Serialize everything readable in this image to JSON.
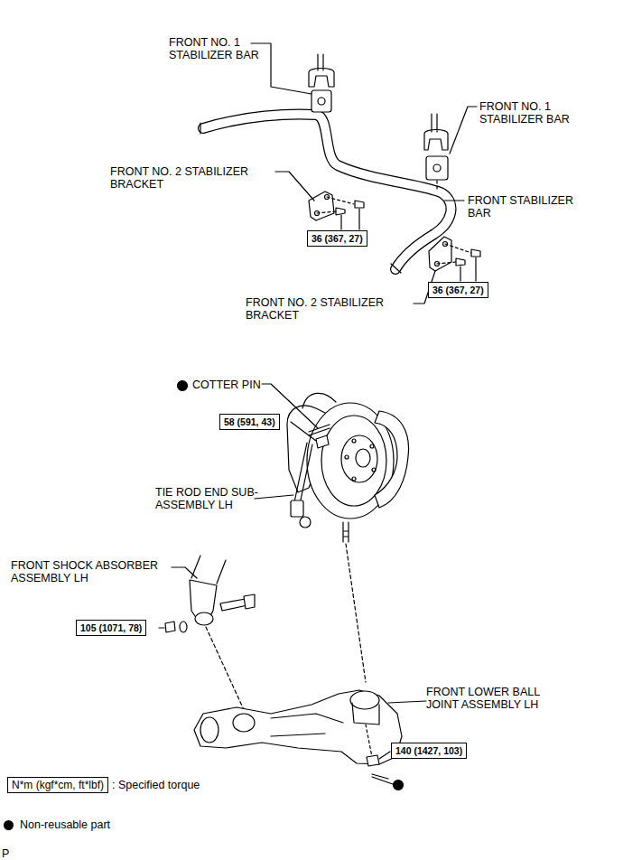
{
  "diagram": {
    "nodes": [
      {
        "text": [
          "36 (367, 27)"
        ]
      },
      {
        "text": [
          "36 (367, 27)"
        ]
      },
      {
        "text": [
          "58 (591, 43)"
        ]
      },
      {
        "text": [
          "105 (1071, 78)"
        ]
      },
      {
        "text": [
          "140 (1427, 103)"
        ]
      },
      {
        "text": [
          "N*m (kgf*cm, ft*lbf)"
        ]
      }
    ],
    "labels": [
      "FRONT NO. 1 STABILIZER BAR",
      "FRONT NO. 1 STABILIZER BAR",
      "FRONT NO. 2 STABILIZER BRACKET",
      "FRONT STABILIZER BAR",
      "FRONT NO. 2 STABILIZER BRACKET",
      "COTTER PIN",
      "TIE ROD END SUB-ASSEMBLY LH",
      "FRONT SHOCK ABSORBER ASSEMBLY LH",
      "FRONT LOWER BALL JOINT ASSEMBLY LH",
      ": Specified torque",
      "P"
    ],
    "legend": [
      {
        "text": "Non-reusable part"
      }
    ]
  }
}
